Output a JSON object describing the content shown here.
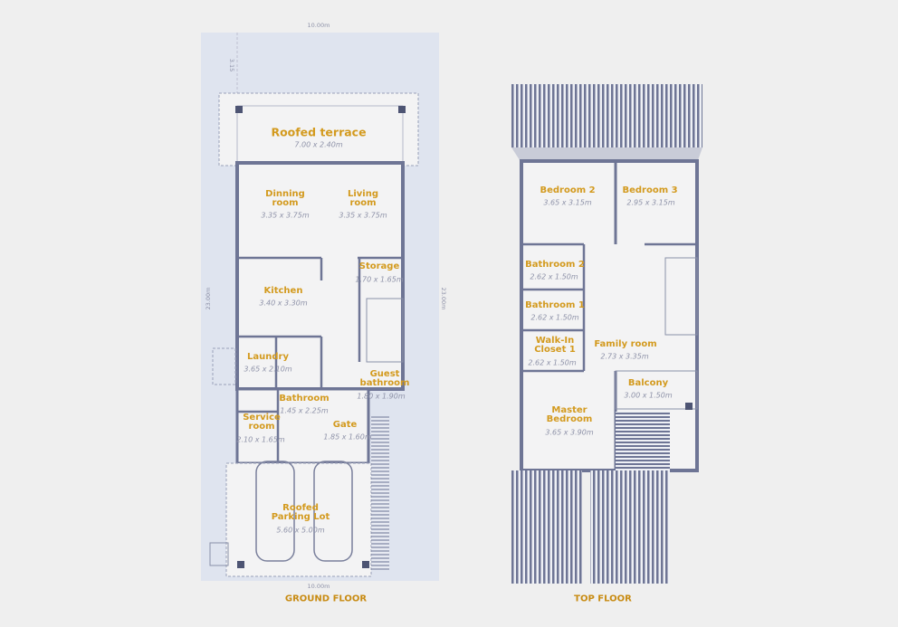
{
  "colors": {
    "label": "#d39a1e",
    "wall": "#6e7595",
    "site": "#dfe4ef",
    "floor": "#f3f3f4"
  },
  "measurements": {
    "width_top": "10.00m",
    "width_bottom": "10.00m",
    "depth_left": "23.00m",
    "depth_right": "23.00m",
    "setback": "3.15"
  },
  "ground_floor": {
    "title": "GROUND FLOOR",
    "rooms": [
      {
        "name": "Roofed terrace",
        "size": "7.00 x 2.40m"
      },
      {
        "name": "Dinning room",
        "size": "3.35 x 3.75m"
      },
      {
        "name": "Living room",
        "size": "3.35 x 3.75m"
      },
      {
        "name": "Storage",
        "size": "1.70 x 1.65m"
      },
      {
        "name": "Kitchen",
        "size": "3.40 x 3.30m"
      },
      {
        "name": "Laundry",
        "size": "3.65 x 2.10m"
      },
      {
        "name": "Guest bathroom",
        "size": "1.80 x 1.90m"
      },
      {
        "name": "Bathroom",
        "size": "1.45 x 2.25m"
      },
      {
        "name": "Service room",
        "size": "2.10 x 1.65m"
      },
      {
        "name": "Gate",
        "size": "1.85 x 1.60m"
      },
      {
        "name": "Roofed Parking Lot",
        "size": "5.60 x 5.00m"
      }
    ]
  },
  "top_floor": {
    "title": "TOP FLOOR",
    "rooms": [
      {
        "name": "Bedroom 2",
        "size": "3.65 x 3.15m"
      },
      {
        "name": "Bedroom 3",
        "size": "2.95 x 3.15m"
      },
      {
        "name": "Bathroom 2",
        "size": "2.62 x 1.50m"
      },
      {
        "name": "Bathroom 1",
        "size": "2.62 x 1.50m"
      },
      {
        "name": "Walk-In Closet 1",
        "size": "2.62 x 1.50m"
      },
      {
        "name": "Family room",
        "size": "2.73 x 3.35m"
      },
      {
        "name": "Balcony",
        "size": "3.00 x 1.50m"
      },
      {
        "name": "Master Bedroom",
        "size": "3.65 x 3.90m"
      }
    ]
  }
}
